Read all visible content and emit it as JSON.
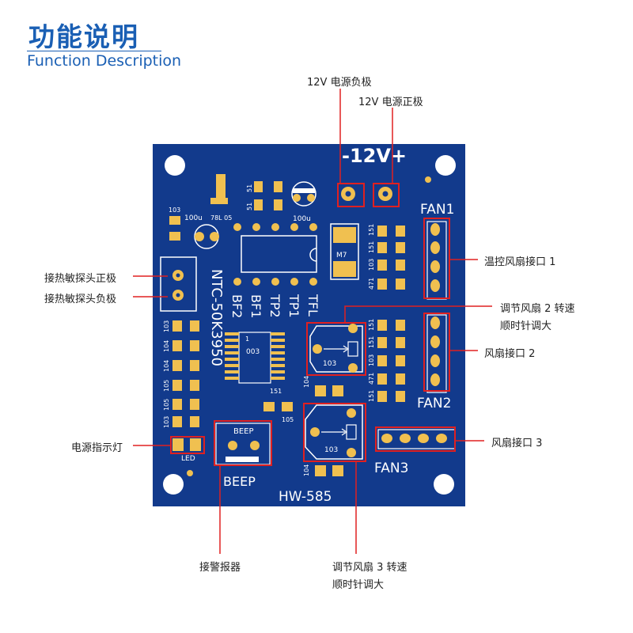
{
  "header": {
    "title_zh": "功能说明",
    "title_en": "Function Description"
  },
  "board": {
    "model": "HW-585",
    "power_label": "-12V+",
    "fan1": "FAN1",
    "fan2": "FAN2",
    "fan3": "FAN3",
    "beep_top": "BEEP",
    "beep_bottom": "BEEP",
    "ntc": "NTC-50K3950",
    "pins": [
      "BF2",
      "BF1",
      "TP2",
      "TP1",
      "TFL"
    ],
    "led": "LED",
    "chip_m7": "M7",
    "chip_003": "003",
    "pot1": "103",
    "pot2": "103",
    "cap_100u_left": "100u",
    "cap_100u_right": "100u",
    "small": {
      "r103_top": "103",
      "r51a": "51",
      "r51b": "51",
      "r78l05": "78L 05",
      "r151": "151",
      "r104a": "104",
      "r104b": "104",
      "r105": "105",
      "r1": "1",
      "col_left": [
        "103",
        "104",
        "104",
        "105",
        "105",
        "103"
      ],
      "col_fan1": [
        "151",
        "151",
        "103",
        "471"
      ],
      "col_fan2": [
        "151",
        "151",
        "103",
        "471",
        "151"
      ]
    }
  },
  "callouts": {
    "v12_negative": "12V 电源负极",
    "v12_positive": "12V 电源正极",
    "fan1_temp": "温控风扇接口 1",
    "fan2_adjust_line1": "调节风扇 2 转速",
    "fan2_adjust_line2": "顺时针调大",
    "fan2_port": "风扇接口 2",
    "ntc_positive": "接热敏探头正极",
    "ntc_negative": "接热敏探头负极",
    "power_led": "电源指示灯",
    "fan3_port": "风扇接口 3",
    "buzzer": "接警报器",
    "fan3_adjust_line1": "调节风扇 3 转速",
    "fan3_adjust_line2": "顺时针调大"
  },
  "colors": {
    "pcb": "#123a8c",
    "silk": "#ffffff",
    "pad": "#f0c050",
    "highlight": "#e02020",
    "title": "#1a5fb4"
  }
}
